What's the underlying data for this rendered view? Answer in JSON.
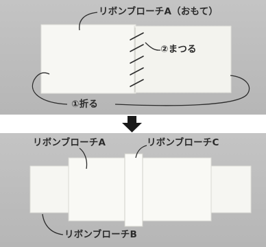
{
  "step1": {
    "ribbon_a_label": "リボンブローチA（おもて）",
    "sew_label": "②まつる",
    "fold_label": "①折る"
  },
  "step2": {
    "ribbon_a_label": "リボンブローチA",
    "ribbon_c_label": "リボンブローチC",
    "ribbon_b_label": "リボンブローチB"
  },
  "icons": {
    "arrow": "down-arrow-icon"
  },
  "colors": {
    "background_panel": "#bdbdbd",
    "fabric": "#f6f6f2",
    "ink": "#2b2b2b"
  }
}
